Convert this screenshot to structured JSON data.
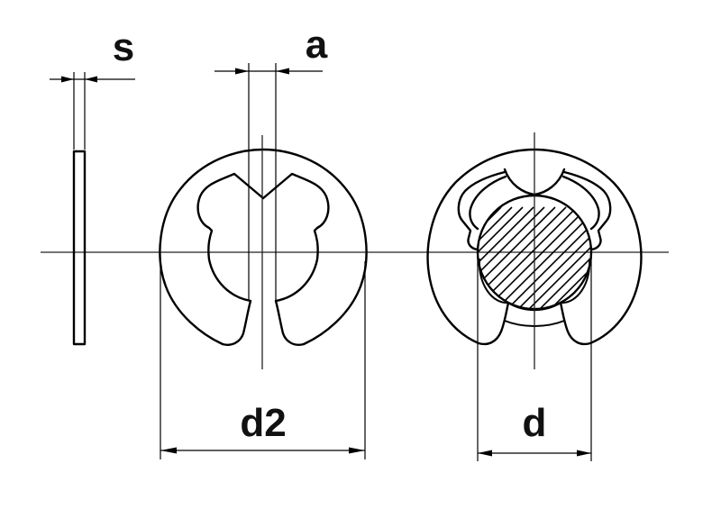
{
  "drawing": {
    "title": "E-type retaining ring (DIN 6799) technical drawing",
    "views": [
      {
        "name": "side-view",
        "description": "ring thickness edge view"
      },
      {
        "name": "front-view",
        "description": "ring alone"
      },
      {
        "name": "mounted-view",
        "description": "ring mounted on hatched shaft section"
      }
    ],
    "dimensions": {
      "s": {
        "label": "s",
        "meaning": "thickness"
      },
      "a": {
        "label": "a",
        "meaning": "opening width"
      },
      "d2": {
        "label": "d2",
        "meaning": "outer diameter"
      },
      "d": {
        "label": "d",
        "meaning": "shaft diameter"
      }
    },
    "colors": {
      "line": "#000000",
      "background": "#ffffff"
    }
  }
}
